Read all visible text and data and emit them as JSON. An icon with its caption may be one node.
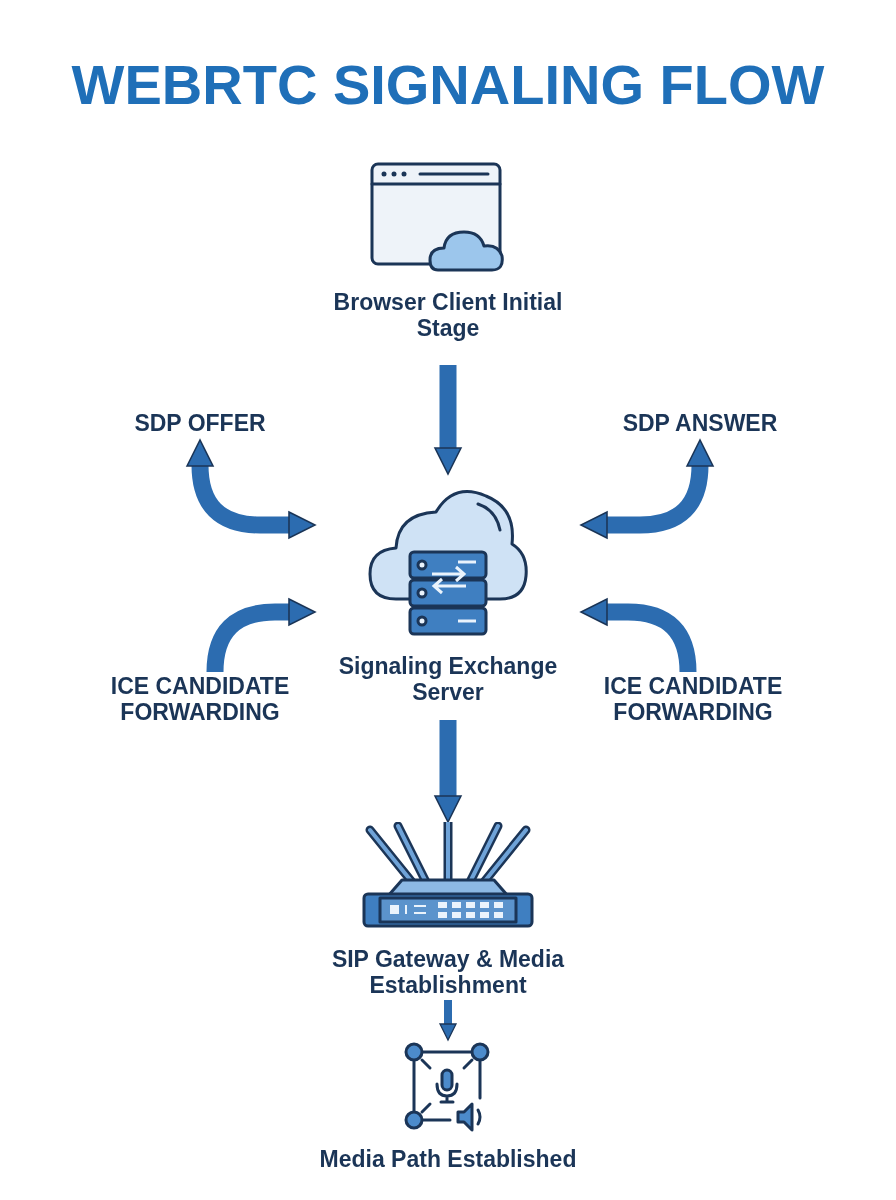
{
  "diagram": {
    "title": "WEBRTC SIGNALING FLOW",
    "nodes": [
      {
        "text": [
          "Browser Client Initial Stage"
        ]
      },
      {
        "text": [
          "SDP OFFER"
        ]
      },
      {
        "text": [
          "SDP ANSWER"
        ]
      },
      {
        "text": [
          "Signaling Exchange Server"
        ]
      },
      {
        "text": [
          "ICE CANDIDATE FORWARDING"
        ]
      },
      {
        "text": [
          "ICE CANDIDATE FORWARDING"
        ]
      },
      {
        "text": [
          "SIP Gateway & Media Establishment"
        ]
      },
      {
        "text": [
          "Media Path Established"
        ]
      }
    ],
    "edges": [
      {
        "from": 0,
        "to": 3,
        "arrow": "to"
      },
      {
        "from": 1,
        "to": 3,
        "arrow": "both"
      },
      {
        "from": 2,
        "to": 3,
        "arrow": "both"
      },
      {
        "from": 4,
        "to": 3,
        "arrow": "to"
      },
      {
        "from": 5,
        "to": 3,
        "arrow": "to"
      },
      {
        "from": 3,
        "to": 6,
        "arrow": "to"
      },
      {
        "from": 6,
        "to": 7,
        "arrow": "to"
      }
    ]
  }
}
